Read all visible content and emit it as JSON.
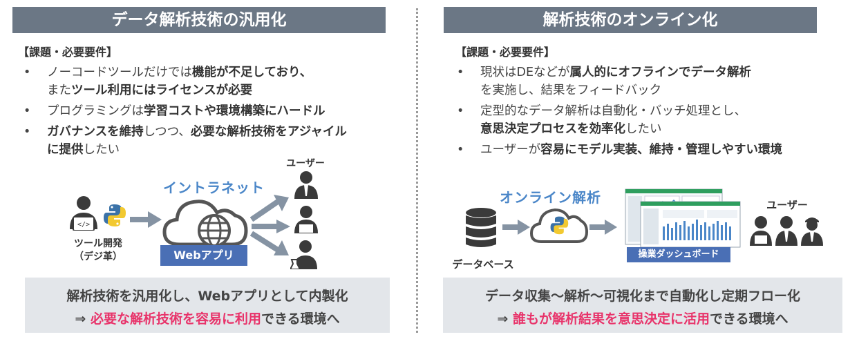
{
  "left": {
    "header": "データ解析技術の汎用化",
    "req_title": "【課題・必要要件】",
    "bullets": [
      {
        "pre": "ノーコードツールだけでは",
        "bold": "機能が不足しており、",
        "post": ""
      },
      {
        "pre": "また",
        "bold": "ツール利用にはライセンスが必要",
        "post": ""
      },
      {
        "pre": "プログラミングは",
        "bold": "学習コストや環境構築にハードル",
        "post": ""
      },
      {
        "pre": "",
        "bold": "ガバナンスを維持",
        "post": "しつつ、"
      },
      {
        "pre": "",
        "bold": "必要な解析技術をアジャイル",
        "post": ""
      },
      {
        "pre": "",
        "bold": "に提供",
        "post": "したい"
      }
    ],
    "diagram": {
      "intranet": "イントラネット",
      "webapp": "Webアプリ",
      "users": "ユーザー",
      "developer": "ツール開発",
      "developer_sub": "（デジ革）"
    },
    "bottom": {
      "line1": "解析技術を汎用化し、Webアプリとして内製化",
      "arrow": "⇒ ",
      "highlight": "必要な解析技術を容易に利用",
      "tail": "できる環境へ"
    }
  },
  "right": {
    "header": "解析技術のオンライン化",
    "req_title": "【課題・必要要件】",
    "bullets": [
      {
        "pre": "現状はDEなどが",
        "bold": "属人的にオフラインでデータ解析",
        "post": ""
      },
      {
        "pre": "を実施し、結果をフィードバック",
        "bold": "",
        "post": ""
      },
      {
        "pre": "定型的なデータ解析は自動化・バッチ処理とし、",
        "bold": "",
        "post": ""
      },
      {
        "pre": "",
        "bold": "意思決定プロセスを効率化",
        "post": "したい"
      },
      {
        "pre": "ユーザーが",
        "bold": "容易にモデル実装、維持・管理しやすい環境",
        "post": ""
      }
    ],
    "diagram": {
      "online": "オンライン解析",
      "database": "データベース",
      "dashboard": "操業ダッシュボード",
      "users": "ユーザー"
    },
    "bottom": {
      "line1": "データ収集～解析～可視化まで自動化し定期フロー化",
      "arrow": "⇒ ",
      "highlight": "誰もが解析結果を意思決定に活用",
      "tail": "できる環境へ"
    }
  },
  "colors": {
    "header_bg": "#6b7785",
    "accent_blue": "#4a86c8",
    "button_blue": "#4a6fb5",
    "pink": "#e8336a",
    "bottom_bg": "#e3e6ea"
  }
}
